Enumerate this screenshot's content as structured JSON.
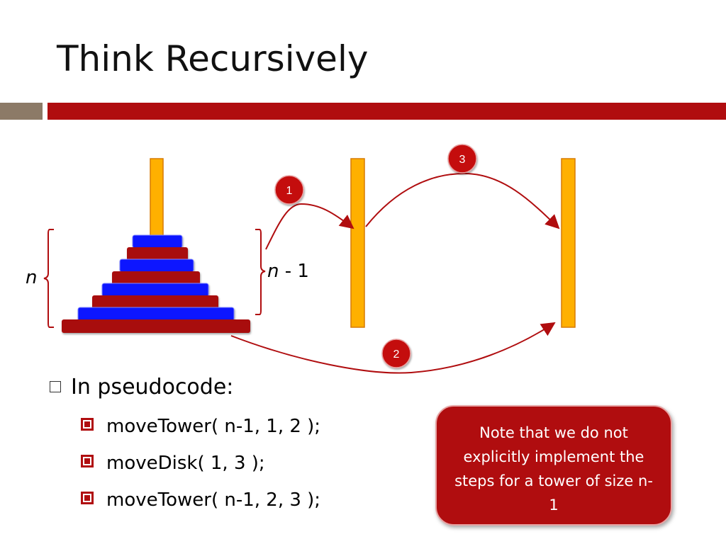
{
  "slide": {
    "title": "Think Recursively"
  },
  "diagram": {
    "n_label": "n",
    "n_minus_1_label_var": "n",
    "n_minus_1_label_rest": " - 1",
    "steps": [
      "1",
      "2",
      "3"
    ],
    "colors": {
      "peg": "#ffb000",
      "disk_blue": "#0a14ff",
      "disk_red": "#a80a0a",
      "arrow": "#b00d0f",
      "step_circle": "#c4100f"
    }
  },
  "content": {
    "bullet": "In pseudocode:",
    "sub_bullets": [
      "moveTower( n-1, 1, 2 );",
      "moveDisk( 1, 3 );",
      "moveTower( n-1, 2, 3 );"
    ]
  },
  "note": {
    "text": "Note that we do not explicitly implement the steps for a tower of size n-1"
  }
}
